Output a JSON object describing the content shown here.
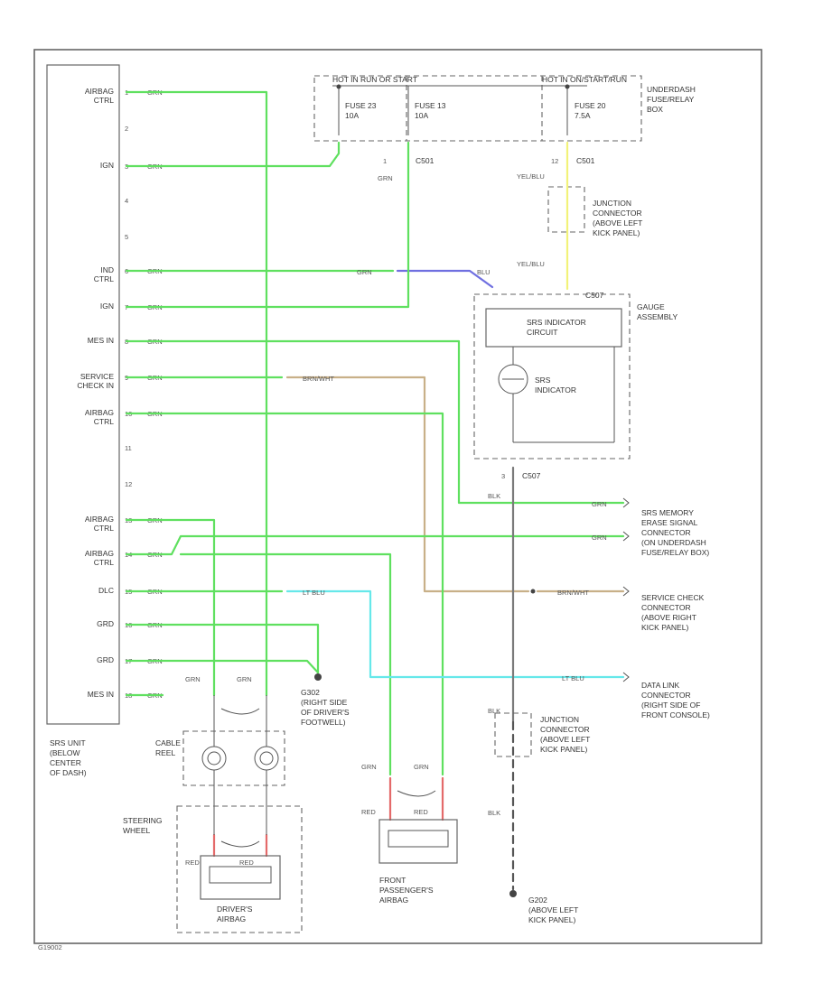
{
  "srs_unit": {
    "pins": [
      {
        "label": "AIRBAG\nCTRL",
        "num": "1",
        "wire": "GRN"
      },
      {
        "label": "",
        "num": "2",
        "wire": ""
      },
      {
        "label": "IGN",
        "num": "3",
        "wire": "GRN"
      },
      {
        "label": "",
        "num": "4",
        "wire": ""
      },
      {
        "label": "",
        "num": "5",
        "wire": ""
      },
      {
        "label": "IND\nCTRL",
        "num": "6",
        "wire": "GRN"
      },
      {
        "label": "IGN",
        "num": "7",
        "wire": "GRN"
      },
      {
        "label": "MES IN",
        "num": "8",
        "wire": "GRN"
      },
      {
        "label": "SERVICE\nCHECK IN",
        "num": "9",
        "wire": "GRN"
      },
      {
        "label": "AIRBAG\nCTRL",
        "num": "10",
        "wire": "GRN"
      },
      {
        "label": "",
        "num": "11",
        "wire": ""
      },
      {
        "label": "",
        "num": "12",
        "wire": ""
      },
      {
        "label": "AIRBAG\nCTRL",
        "num": "13",
        "wire": "GRN"
      },
      {
        "label": "AIRBAG\nCTRL",
        "num": "14",
        "wire": "GRN"
      },
      {
        "label": "DLC",
        "num": "15",
        "wire": "GRN"
      },
      {
        "label": "GRD",
        "num": "16",
        "wire": "GRN"
      },
      {
        "label": "GRD",
        "num": "17",
        "wire": "GRN"
      },
      {
        "label": "MES IN",
        "num": "18",
        "wire": "GRN"
      }
    ],
    "location": "SRS UNIT\n(BELOW\nCENTER\nOF DASH)"
  },
  "fuse_box": {
    "hot_left": "HOT IN RUN OR START",
    "hot_right": "HOT IN ON/START/RUN",
    "fuses": [
      {
        "name": "FUSE 23",
        "amps": "10A"
      },
      {
        "name": "FUSE 13",
        "amps": "10A"
      },
      {
        "name": "FUSE 20",
        "amps": "7.5A"
      }
    ],
    "location": "UNDERDASH\nFUSE/RELAY\nBOX"
  },
  "connectors": {
    "c501_left": "C501",
    "c501_left_pin": "1",
    "c501_right": "C501",
    "c501_right_pin": "12",
    "c507_top": "C507",
    "c507_bottom": "C507",
    "c507_bottom_pin": "3"
  },
  "wire_labels": {
    "grn": "GRN",
    "blu": "BLU",
    "yel_blu": "YEL/BLU",
    "brn_wht": "BRN/WHT",
    "lt_blu": "LT BLU",
    "blk": "BLK",
    "red": "RED"
  },
  "junction_top": "JUNCTION\nCONNECTOR\n(ABOVE LEFT\nKICK PANEL)",
  "junction_bottom": "JUNCTION\nCONNECTOR\n(ABOVE LEFT\nKICK PANEL)",
  "gauge": {
    "circuit": "SRS INDICATOR\nCIRCUIT",
    "indicator": "SRS\nINDICATOR",
    "location": "GAUGE\nASSEMBLY"
  },
  "right_connectors": {
    "memory": "SRS MEMORY\nERASE SIGNAL\nCONNECTOR\n(ON UNDERDASH\nFUSE/RELAY BOX)",
    "service": "SERVICE CHECK\nCONNECTOR\n(ABOVE RIGHT\nKICK PANEL)",
    "datalink": "DATA LINK\nCONNECTOR\n(RIGHT SIDE OF\nFRONT CONSOLE)"
  },
  "grounds": {
    "g302": "G302\n(RIGHT SIDE\nOF DRIVER'S\nFOOTWELL)",
    "g202": "G202\n(ABOVE LEFT\nKICK PANEL)"
  },
  "driver": {
    "cable_reel": "CABLE\nREEL",
    "steering": "STEERING\nWHEEL",
    "airbag": "DRIVER'S\nAIRBAG"
  },
  "passenger": {
    "airbag": "FRONT\nPASSENGER'S\nAIRBAG"
  },
  "footer": "G19002"
}
